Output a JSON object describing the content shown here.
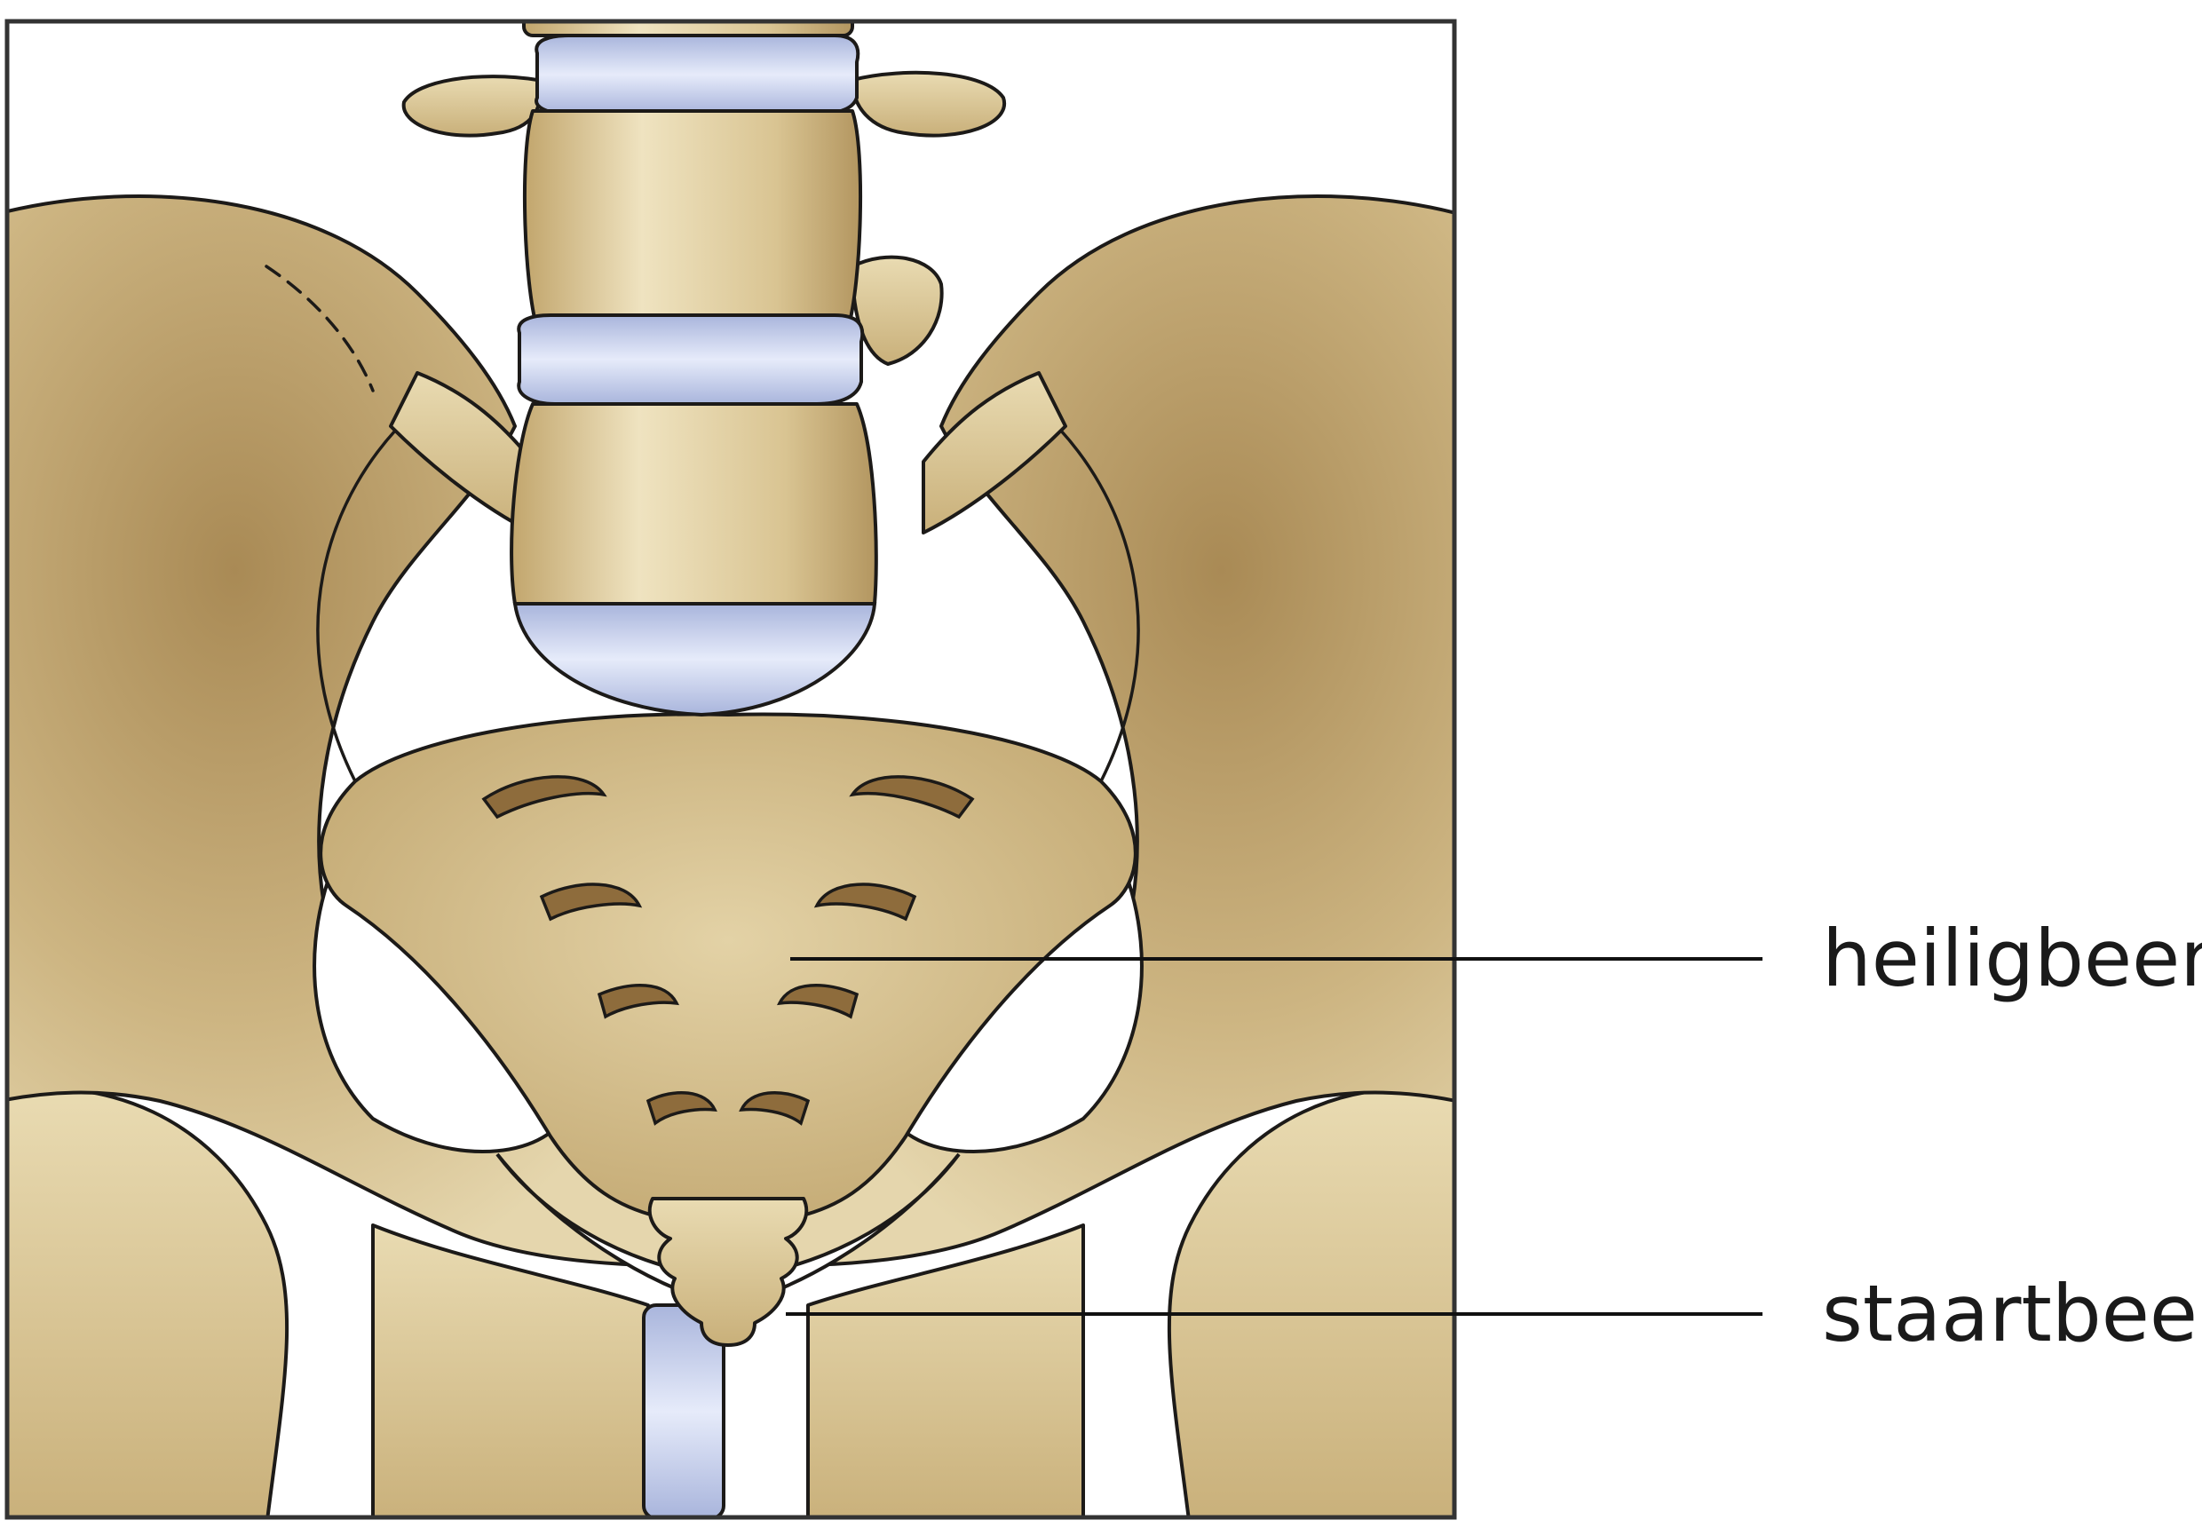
{
  "diagram": {
    "labels": [
      {
        "id": "heiligbeen",
        "text": "heiligbeen"
      },
      {
        "id": "staartbeen",
        "text": "staartbeen"
      }
    ]
  },
  "colors": {
    "bone": "#dcc89a",
    "bone_light": "#efe3c0",
    "bone_shadow": "#9f814d",
    "disc": "#c5cfec",
    "outline": "#1c1a18",
    "frame": "#333333"
  }
}
